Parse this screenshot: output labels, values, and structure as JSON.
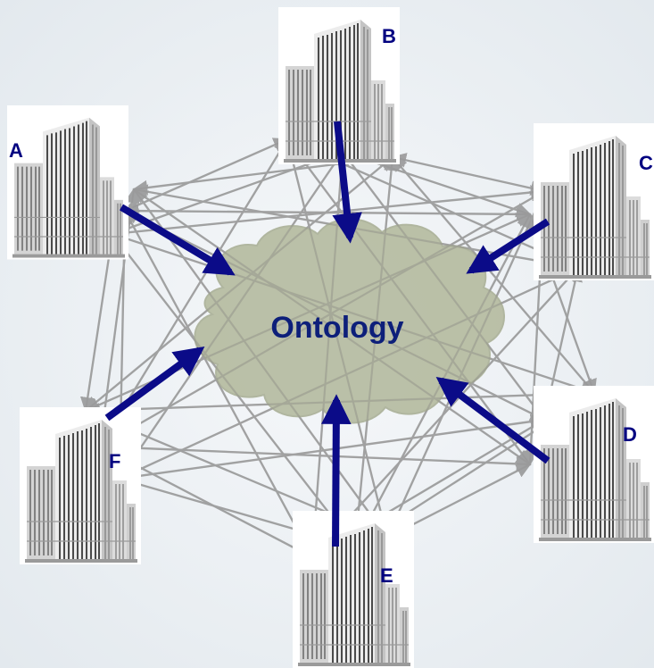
{
  "diagram": {
    "center_label": "Ontology",
    "nodes": [
      {
        "id": "A",
        "label": "A"
      },
      {
        "id": "B",
        "label": "B"
      },
      {
        "id": "C",
        "label": "C"
      },
      {
        "id": "D",
        "label": "D"
      },
      {
        "id": "E",
        "label": "E"
      },
      {
        "id": "F",
        "label": "F"
      }
    ],
    "colors": {
      "background": "#eef2f5",
      "cloud_fill": "#b3b99d",
      "arrow": "#0b0b88",
      "mesh_lines": "#9a9a9a",
      "label": "#000080"
    },
    "icons": {
      "node_icon": "office-building-icon"
    }
  }
}
